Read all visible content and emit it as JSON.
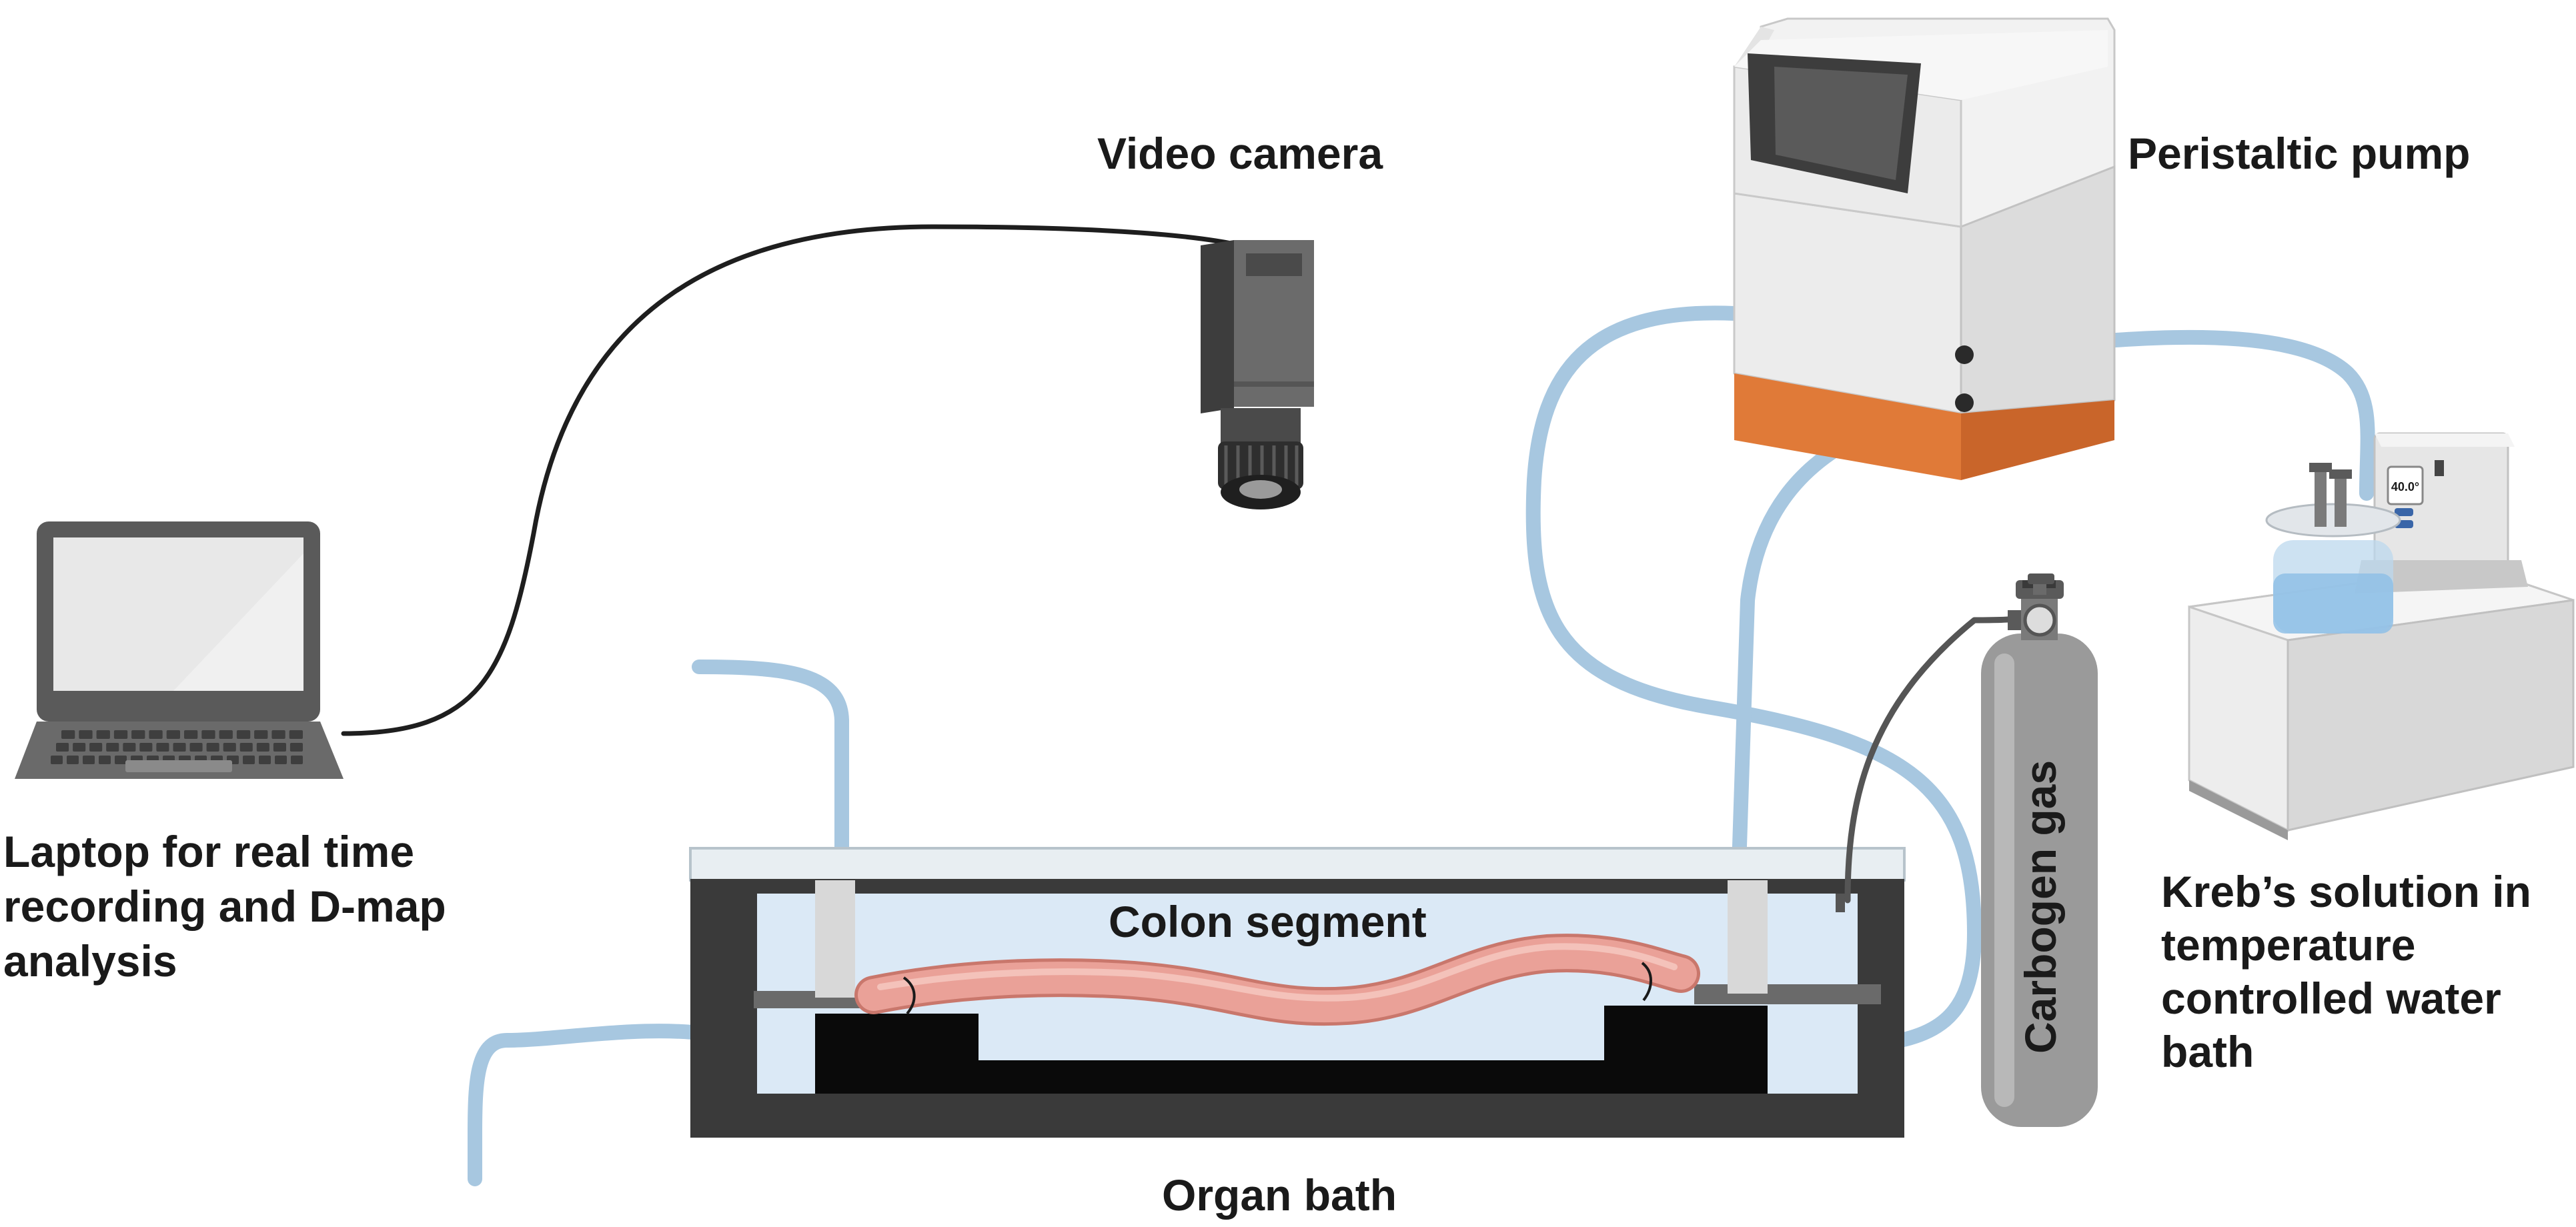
{
  "labels": {
    "video_camera": "Video camera",
    "peristaltic_pump": "Peristaltic pump",
    "laptop_line1": "Laptop for real time",
    "laptop_line2": "recording and D-map",
    "laptop_line3": "analysis",
    "colon_segment": "Colon segment",
    "organ_bath": "Organ bath",
    "carbogen_gas": "Carbogen gas",
    "krebs_line1": "Kreb’s solution in",
    "krebs_line2": "temperature",
    "krebs_line3": "controlled water",
    "krebs_line4": "bath"
  },
  "water_bath_display": "40.0°",
  "colors": {
    "tubing": "#a7c7e0",
    "colon": "#eaa198",
    "pump_base": "#e07a38",
    "bath_frame": "#3a3a3a",
    "bath_water": "#dbe9f6",
    "gas_cylinder": "#9a9a9a"
  }
}
